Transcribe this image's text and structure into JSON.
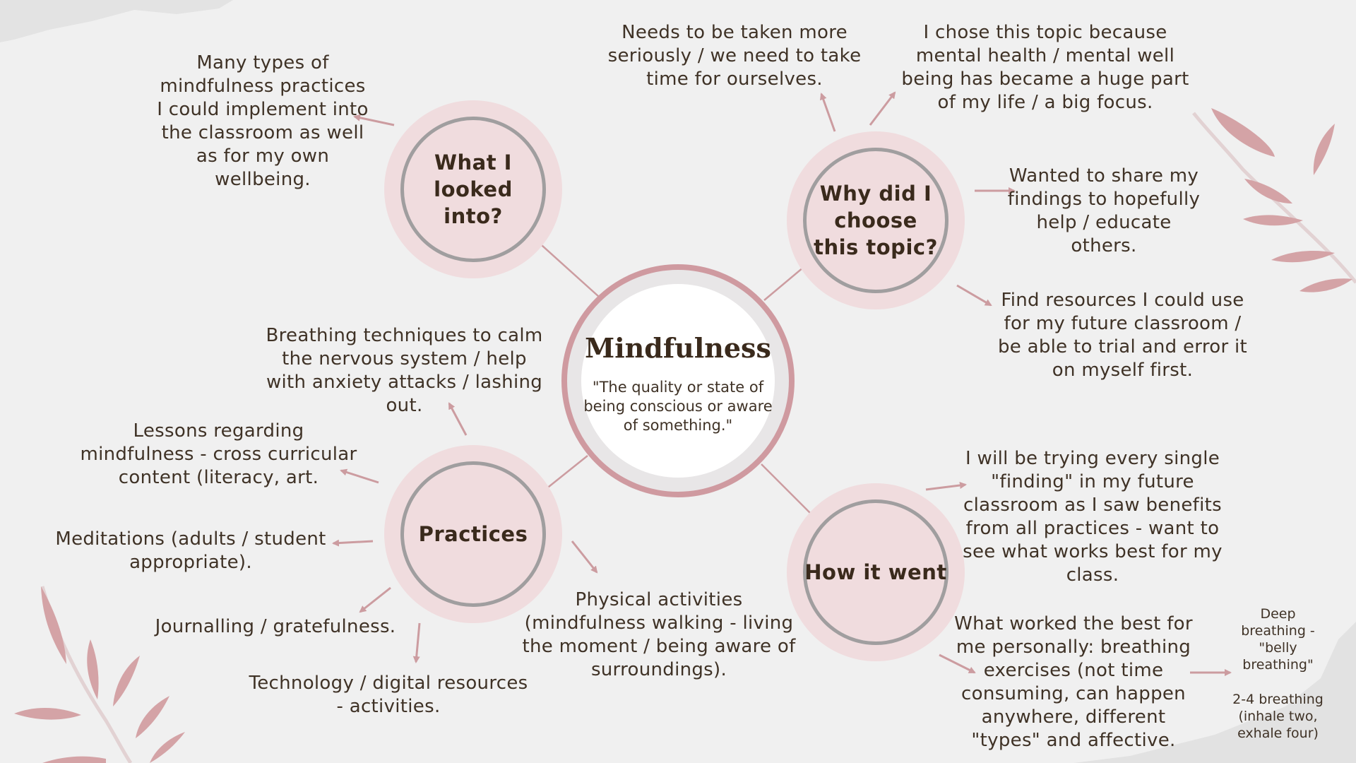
{
  "colors": {
    "background": "#f0f0f0",
    "arrow": "#cc9ca0",
    "hub_fill": "#f0dcde",
    "hub_ring": "#a09e9f",
    "center_ring": "#cf9aa0",
    "text": "#3f3226",
    "leaf": "#d4a3a6"
  },
  "center": {
    "title": "Mindfulness",
    "subtitle": "\"The quality or state of being conscious or aware of something.\""
  },
  "hubs": {
    "looked": "What I looked into?",
    "why": "Why did I choose this topic?",
    "practices": "Practices",
    "went": "How it went"
  },
  "notes": {
    "looked_into": "Many types of mindfulness practices I could implement into the classroom as well as for my own wellbeing.",
    "why_serious": "Needs to be taken more seriously / we need to take time for ourselves.",
    "why_chose": "I chose this topic because mental health / mental well being has became a huge part of my life / a big focus.",
    "why_share": "Wanted to share my findings to hopefully help / educate others.",
    "why_resources": "Find resources I could use for my future classroom / be able to trial and error it on myself first.",
    "practice_breathing": "Breathing techniques to calm the nervous system / help with anxiety attacks / lashing out.",
    "practice_lessons": "Lessons regarding mindfulness - cross curricular content (literacy, art.",
    "practice_meditations": "Meditations (adults / student appropriate).",
    "practice_journalling": "Journalling / gratefulness.",
    "practice_technology": "Technology / digital resources - activities.",
    "practice_physical": "Physical activities (mindfulness walking - living the moment / being aware of surroundings).",
    "went_trying": "I will be trying every single \"finding\" in my future classroom as I saw benefits from all practices - want to see what works best for my class.",
    "went_best": "What worked the best for me personally: breathing exercises (not time consuming, can happen anywhere, different \"types\" and affective.",
    "went_deep": "Deep breathing - \"belly breathing\"",
    "went_24": "2-4 breathing (inhale two, exhale four)"
  }
}
